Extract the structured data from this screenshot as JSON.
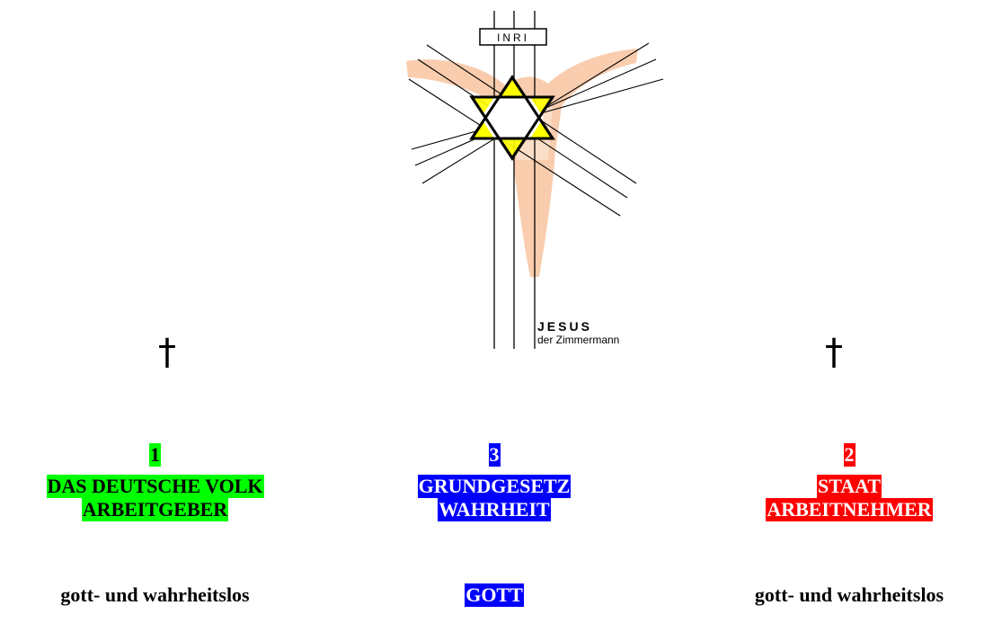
{
  "figure": {
    "sign_text": "INRI",
    "caption_name": "JESUS",
    "caption_sub": "der Zimmermann",
    "star_fill": "#ffff00",
    "body_color": "#f4a46b"
  },
  "left": {
    "dagger": "†",
    "number": "1",
    "line1": "DAS DEUTSCHE VOLK",
    "line2": "ARBEITGEBER",
    "bottom": "gott- und wahrheitslos",
    "highlight_color": "#00ff00"
  },
  "center": {
    "number": "3",
    "line1": "GRUNDGESETZ",
    "line2": "WAHRHEIT",
    "bottom": "GOTT",
    "highlight_color": "#0000ff"
  },
  "right": {
    "dagger": "†",
    "number": "2",
    "line1": "STAAT",
    "line2": "ARBEITNEHMER",
    "bottom": "gott- und wahrheitslos",
    "highlight_color": "#ff0000"
  }
}
